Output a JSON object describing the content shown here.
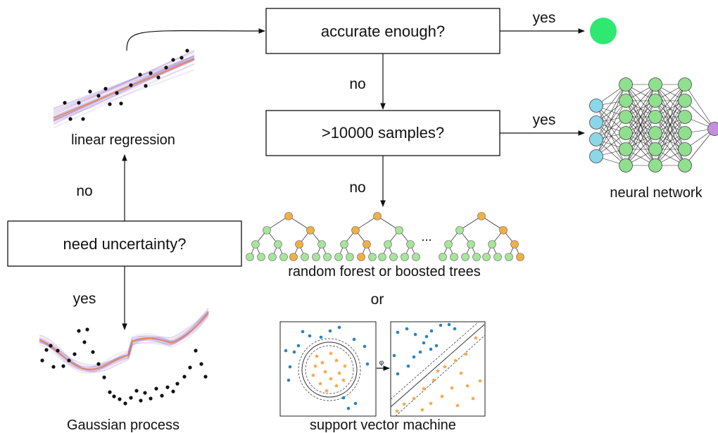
{
  "boxes": {
    "accurate": "accurate enough?",
    "samples": ">10000 samples?",
    "uncertainty": "need uncertainty?"
  },
  "edge_labels": {
    "accurate_yes": "yes",
    "accurate_no": "no",
    "samples_yes": "yes",
    "samples_no": "no",
    "uncertainty_no": "no",
    "uncertainty_yes": "yes"
  },
  "captions": {
    "linear": "linear regression",
    "gaussian": "Gaussian process",
    "neural": "neural network",
    "forest": "random forest or boosted trees",
    "or": "or",
    "svm": "support vector machine",
    "ellipsis": "...",
    "phi": "φ"
  },
  "colors": {
    "success": "#2ee872",
    "node_input": "#8cd6ea",
    "node_hidden": "#8fdf8f",
    "node_output": "#c58fe0",
    "tree_leaf": "#a6e59a",
    "tree_path": "#f2b042",
    "svm_blue": "#2b82c5",
    "svm_orange": "#f5a23a",
    "band": "#8a5cc0",
    "fit_line": "#e8884a"
  }
}
